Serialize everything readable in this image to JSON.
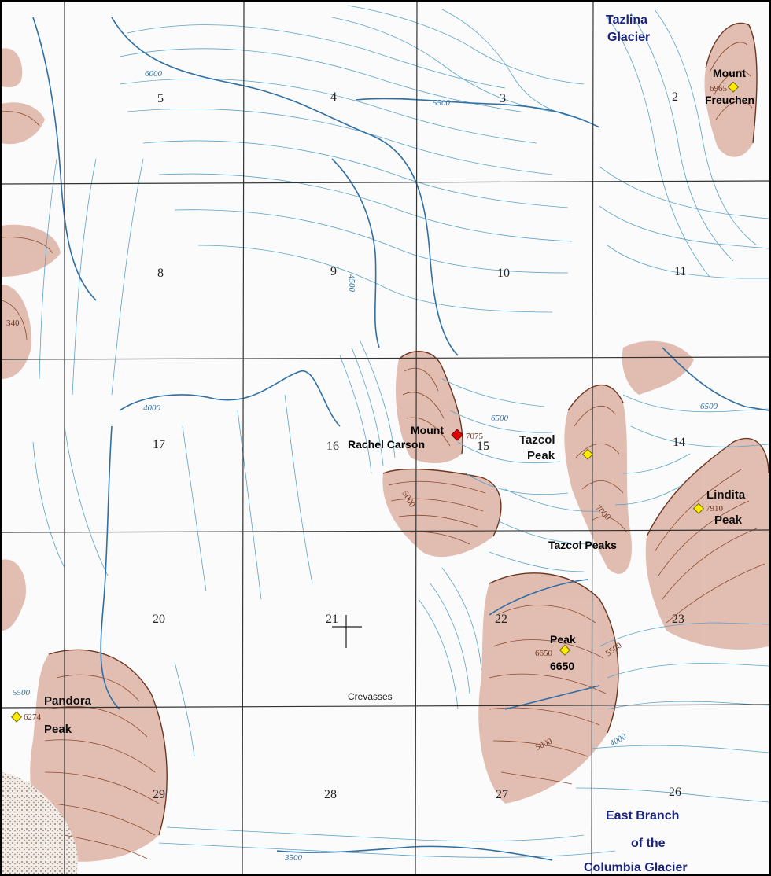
{
  "glaciers": {
    "tazlina": [
      "Tazlina",
      "Glacier"
    ],
    "columbia": [
      "East Branch",
      "of the",
      "Columbia Glacier"
    ]
  },
  "peaks": {
    "rachel_carson": {
      "name": [
        "Mount",
        "Rachel Carson"
      ],
      "elev": "7075"
    },
    "freuchen": {
      "name": [
        "Mount",
        "Freuchen"
      ],
      "elev": "6965"
    },
    "tazcol": {
      "name": [
        "Tazcol",
        "Peak"
      ]
    },
    "tazcol_peaks": {
      "name": "Tazcol Peaks"
    },
    "lindita": {
      "name": [
        "Lindita",
        "Peak"
      ],
      "elev": "7910"
    },
    "peak_6650": {
      "name": [
        "Peak",
        "6650"
      ],
      "elev": "6650"
    },
    "pandora": {
      "name": [
        "Pandora",
        "Peak"
      ],
      "elev": "6274"
    }
  },
  "sections": [
    "5",
    "4",
    "3",
    "2",
    "8",
    "9",
    "10",
    "11",
    "17",
    "16",
    "15",
    "14",
    "20",
    "21",
    "22",
    "23",
    "29",
    "28",
    "27",
    "26"
  ],
  "contour_labels": {
    "c6000": "6000",
    "c5500a": "5500",
    "c4500": "4500",
    "c4000a": "4000",
    "c6500a": "6500",
    "c6500b": "6500",
    "c5000a": "5000",
    "c7000": "7000",
    "c5500b": "5500",
    "c5000b": "5000",
    "c4000b": "4000",
    "c5500c": "5500",
    "c3500": "3500",
    "c340": "340"
  },
  "features": {
    "crevasses": "Crevasses"
  },
  "colors": {
    "marker_peak": "#ffeb00",
    "marker_featured": "#e00000",
    "glacier_text": "#1a237e",
    "contour_index": "#2f6fa4",
    "contour_rock": "#8a4b2e",
    "rock_fill": "#d9a898"
  }
}
